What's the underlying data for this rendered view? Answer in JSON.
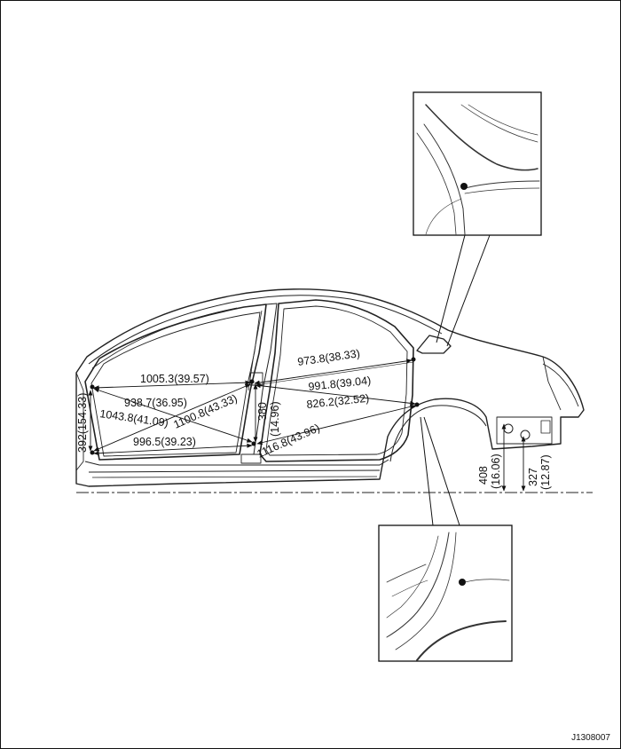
{
  "diagram": {
    "dimensions": {
      "d1": "1005.3(39.57)",
      "d2": "938.7(36.95)",
      "d3": "1043.8(41.09)",
      "d4": "1100.8(43.33)",
      "d5": "392(154.33)",
      "d6": "996.5(39.23)",
      "d7_a": "380",
      "d7_b": "(14.96)",
      "d8": "1116.8(43.96)",
      "d9": "973.8(38.33)",
      "d10": "991.8(39.04)",
      "d11": "826.2(32.52)",
      "d12_a": "408",
      "d12_b": "(16.06)",
      "d13_a": "327",
      "d13_b": "(12.87)"
    },
    "figure_code": "J1308007"
  }
}
